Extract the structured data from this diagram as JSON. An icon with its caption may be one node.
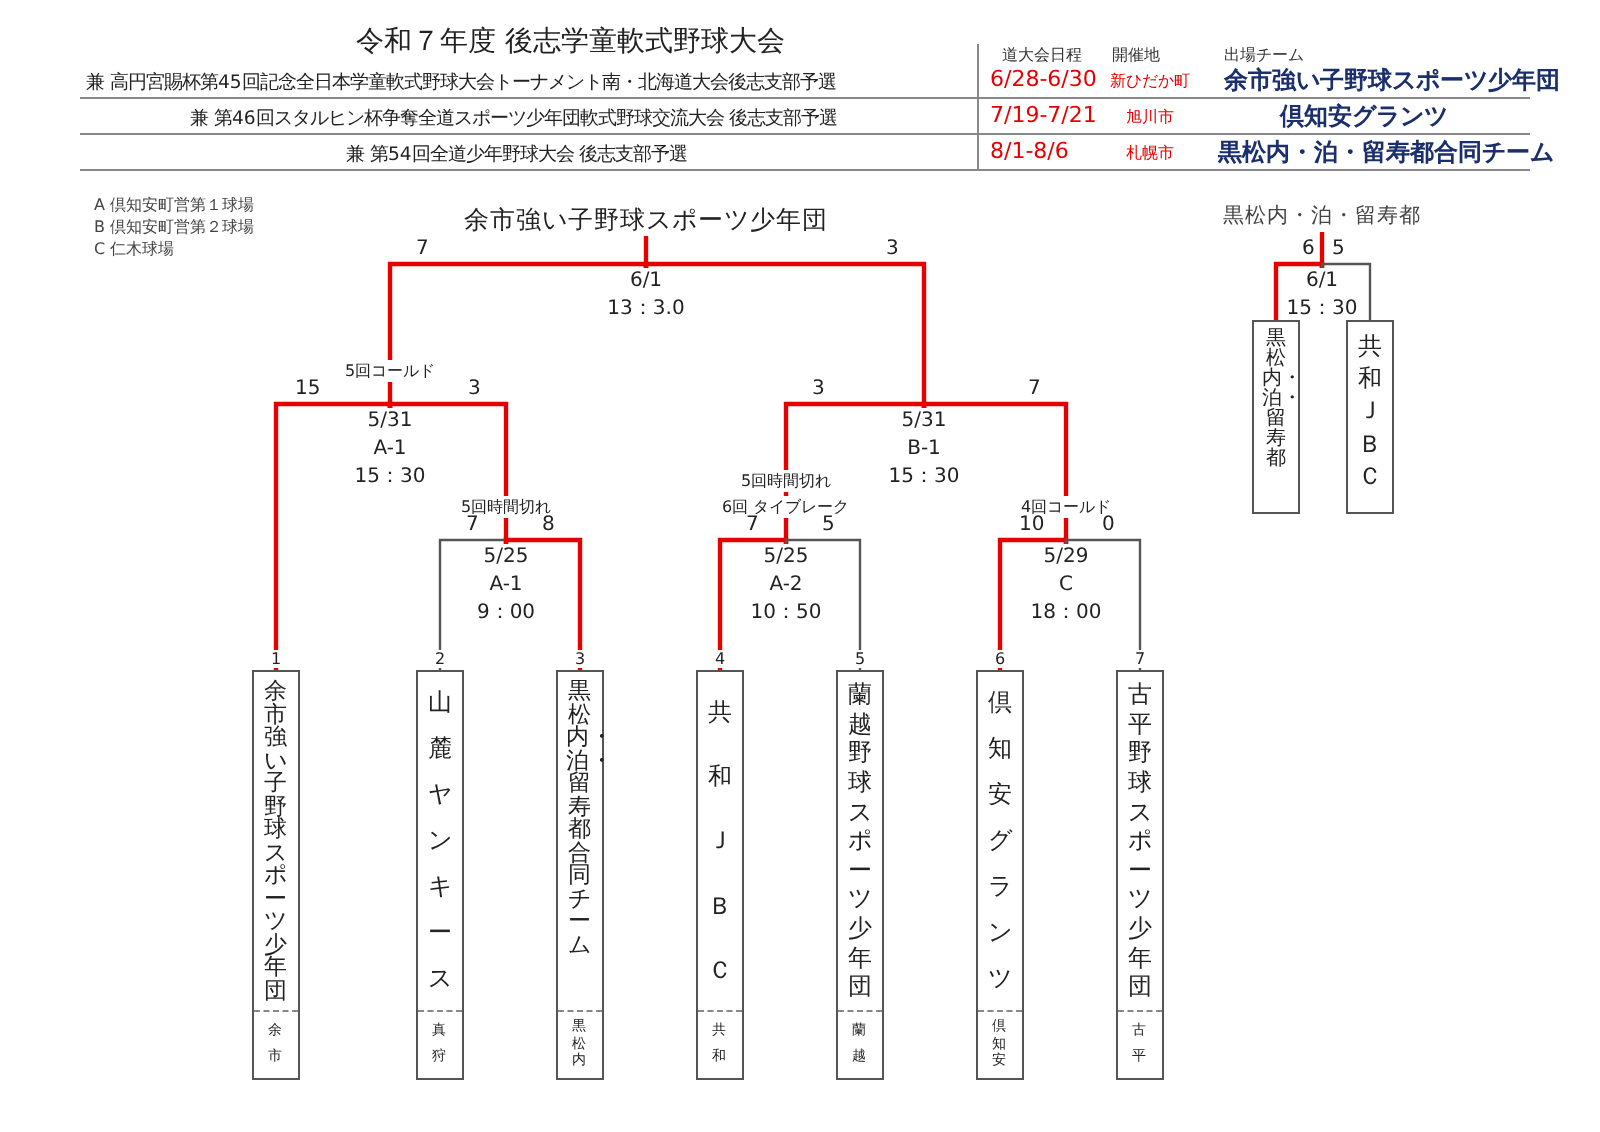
{
  "diagram": {
    "title": "令和７年度 後志学童軟式野球大会",
    "nodes": [
      {
        "text": [
          "余市強い子野球スポーツ少年団"
        ]
      },
      {
        "text": [
          "6/1",
          "13：3.0"
        ]
      },
      {
        "text": [
          "5/31",
          "A-1",
          "15：30"
        ],
        "beside": [
          "5回コールド"
        ]
      },
      {
        "text": [
          "5/31",
          "B-1",
          "15：30"
        ]
      },
      {
        "text": [
          "5/25",
          "A-1",
          "9：00"
        ],
        "beside": [
          "5回時間切れ"
        ]
      },
      {
        "text": [
          "5/25",
          "A-2",
          "10：50"
        ],
        "beside": [
          "5回時間切れ",
          "6回 タイブレーク"
        ]
      },
      {
        "text": [
          "5/29",
          "C",
          "18：00"
        ],
        "beside": [
          "4回コールド"
        ]
      },
      {
        "text": [
          "余市強い子野球スポーツ少年団",
          "余市"
        ],
        "beside": [
          "1"
        ]
      },
      {
        "text": [
          "山麓ヤンキース",
          "真狩"
        ],
        "beside": [
          "2"
        ]
      },
      {
        "text": [
          "黒松内・泊・留寿都合同チーム",
          "黒松内"
        ],
        "beside": [
          "3"
        ]
      },
      {
        "text": [
          "共和ＪＢＣ",
          "共和"
        ],
        "beside": [
          "4"
        ]
      },
      {
        "text": [
          "蘭越野球スポーツ少年団",
          "蘭越"
        ],
        "beside": [
          "5"
        ]
      },
      {
        "text": [
          "倶知安グランツ",
          "倶知安"
        ],
        "beside": [
          "6"
        ]
      },
      {
        "text": [
          "古平野球スポーツ少年団",
          "古平"
        ],
        "beside": [
          "7"
        ]
      },
      {
        "text": [
          "黒松内・泊・留寿都"
        ]
      },
      {
        "text": [
          "6/1",
          "15：30"
        ]
      },
      {
        "text": [
          "黒松内・泊・留寿都"
        ]
      },
      {
        "text": [
          "共和ＪＢＣ"
        ]
      }
    ],
    "edges": [
      {
        "from": 1,
        "to": 0,
        "arrow": "none"
      },
      {
        "from": 2,
        "to": 1,
        "arrow": "none",
        "label": "7"
      },
      {
        "from": 3,
        "to": 1,
        "arrow": "none",
        "label": "3"
      },
      {
        "from": 7,
        "to": 2,
        "arrow": "none",
        "label": "15"
      },
      {
        "from": 4,
        "to": 2,
        "arrow": "none",
        "label": "3"
      },
      {
        "from": 5,
        "to": 3,
        "arrow": "none",
        "label": "3"
      },
      {
        "from": 6,
        "to": 3,
        "arrow": "none",
        "label": "7"
      },
      {
        "from": 8,
        "to": 4,
        "arrow": "none",
        "label": "7",
        "color": "#555555"
      },
      {
        "from": 9,
        "to": 4,
        "arrow": "none",
        "label": "8"
      },
      {
        "from": 10,
        "to": 5,
        "arrow": "none",
        "label": "7"
      },
      {
        "from": 11,
        "to": 5,
        "arrow": "none",
        "label": "5",
        "color": "#555555"
      },
      {
        "from": 12,
        "to": 6,
        "arrow": "none",
        "label": "10"
      },
      {
        "from": 13,
        "to": 6,
        "arrow": "none",
        "label": "0",
        "color": "#555555"
      },
      {
        "from": 15,
        "to": 14,
        "arrow": "none"
      },
      {
        "from": 16,
        "to": 15,
        "arrow": "none",
        "label": "6"
      },
      {
        "from": 17,
        "to": 15,
        "arrow": "none",
        "label": "5",
        "color": "#555555"
      }
    ],
    "labels": [
      "道大会日程",
      "開催地",
      "出場チーム",
      "兼 高円宮賜杯第45回記念全日本学童軟式野球大会トーナメント南・北海道大会後志支部予選",
      "6/28-6/30",
      "新ひだか町",
      "余市強い子野球スポーツ少年団",
      "兼 第46回スタルヒン杯争奪全道スポーツ少年団軟式野球交流大会 後志支部予選",
      "7/19-7/21",
      "旭川市",
      "倶知安グランツ",
      "兼 第54回全道少年野球大会 後志支部予選",
      "8/1-8/6",
      "札幌市",
      "黒松内・泊・留寿都合同チーム",
      "A 倶知安町営第１球場",
      "B 倶知安町営第２球場",
      "C 仁木球場"
    ]
  }
}
